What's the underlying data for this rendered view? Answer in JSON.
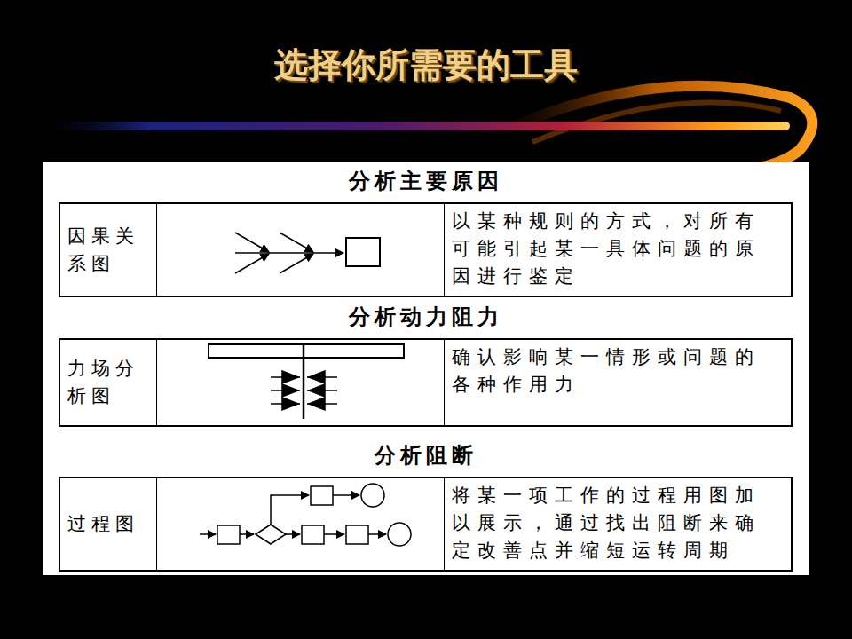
{
  "diagram": {
    "title": "选择你所需要的工具",
    "nodes": [
      {
        "text": [
          "分析主要原因"
        ]
      },
      {
        "text": [
          "因果关系图"
        ],
        "in": 0
      },
      {
        "text": [
          "以某种规则的方式，对所有可能引起某一具体问题的原因进行鉴定"
        ],
        "in": 0
      },
      {
        "text": [
          "分析动力阻力"
        ]
      },
      {
        "text": [
          "力场分析图"
        ],
        "in": 3
      },
      {
        "text": [
          "确认影响某一情形或问题的各种作用力"
        ],
        "in": 3
      },
      {
        "text": [
          "分析阻断"
        ]
      },
      {
        "text": [
          "过程图"
        ],
        "in": 6
      },
      {
        "text": [
          "将某一项工作的过程用图加以展示，通过找出阻断来确定改善点并缩短运转周期"
        ],
        "in": 6
      }
    ]
  }
}
